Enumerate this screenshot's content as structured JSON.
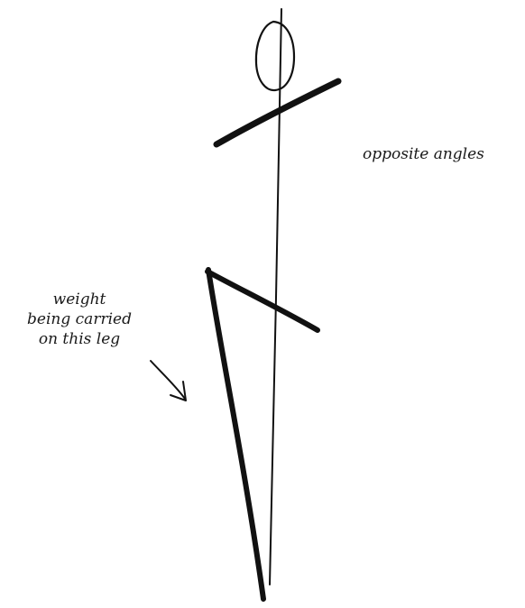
{
  "annotations": {
    "opposite_angles": "opposite angles",
    "weight_lines": [
      "weight",
      "being carried",
      "on this leg"
    ]
  }
}
